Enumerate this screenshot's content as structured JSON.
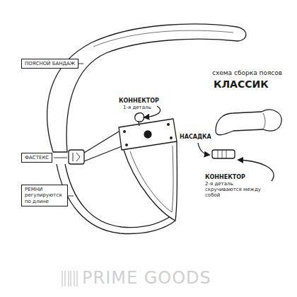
{
  "diagram": {
    "title": "схема сборка поясов",
    "nodes": [
      {
        "text": [
          "ПОЯСНОЙ БАНДАЖ"
        ]
      },
      {
        "text": [
          "ФАСТЕКС"
        ]
      },
      {
        "text": [
          "РЕМНИ регулируются по длине"
        ]
      }
    ],
    "labels": [
      "КЛАССИК",
      "КОННЕКТОР",
      "1-я деталь",
      "НАСАДКА",
      "КОННЕКТОР",
      "2-я деталь скручиваются между собой",
      "PRIME GOODS"
    ]
  }
}
